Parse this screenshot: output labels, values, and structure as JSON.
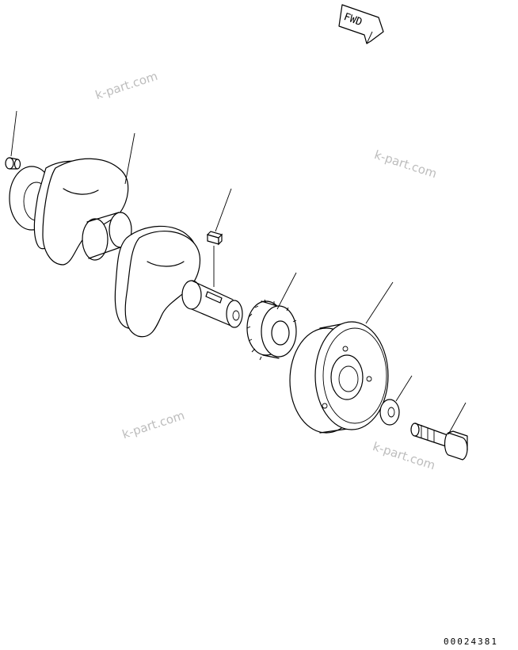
{
  "watermark": {
    "text": "k-part.com"
  },
  "direction_indicator": {
    "label": "FWD"
  },
  "document_number": "00024381",
  "parts": [
    {
      "name": "pin"
    },
    {
      "name": "crankshaft"
    },
    {
      "name": "key"
    },
    {
      "name": "gear"
    },
    {
      "name": "pulley"
    },
    {
      "name": "washer"
    },
    {
      "name": "bolt"
    }
  ],
  "colors": {
    "line": "#000000",
    "watermark": "#bdbdbd",
    "background": "#ffffff"
  }
}
